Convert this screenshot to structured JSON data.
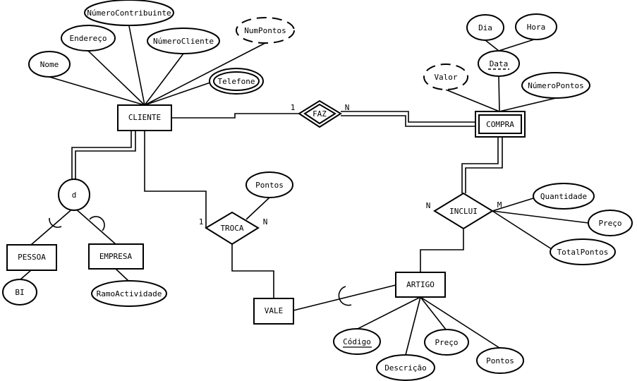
{
  "entities": {
    "cliente": "CLIENTE",
    "compra": "COMPRA",
    "pessoa": "PESSOA",
    "empresa": "EMPRESA",
    "artigo": "ARTIGO",
    "vale": "VALE"
  },
  "relationships": {
    "faz": "FAZ",
    "inclui": "INCLUI",
    "troca": "TROCA"
  },
  "specialization": "d",
  "attributes": {
    "numero_contribuinte": "NúmeroContribuinte",
    "endereco": "Endereço",
    "numero_cliente": "NúmeroCliente",
    "num_pontos": "NumPontos",
    "nome": "Nome",
    "telefone": "Telefone",
    "dia": "Dia",
    "hora": "Hora",
    "data": "Data",
    "valor": "Valor",
    "numero_pontos": "NúmeroPontos",
    "quantidade": "Quantidade",
    "preco_inclui": "Preço",
    "total_pontos": "TotalPontos",
    "pontos_troca": "Pontos",
    "bi": "BI",
    "ramo_actividade": "RamoActividade",
    "codigo": "Código",
    "preco_artigo": "Preço",
    "descricao": "Descrição",
    "pontos_artigo": "Pontos"
  },
  "cardinalities": {
    "faz_cliente": "1",
    "faz_compra": "N",
    "inclui_compra": "N",
    "inclui_artigo": "M",
    "troca_cliente": "1",
    "troca_vale": "N"
  }
}
